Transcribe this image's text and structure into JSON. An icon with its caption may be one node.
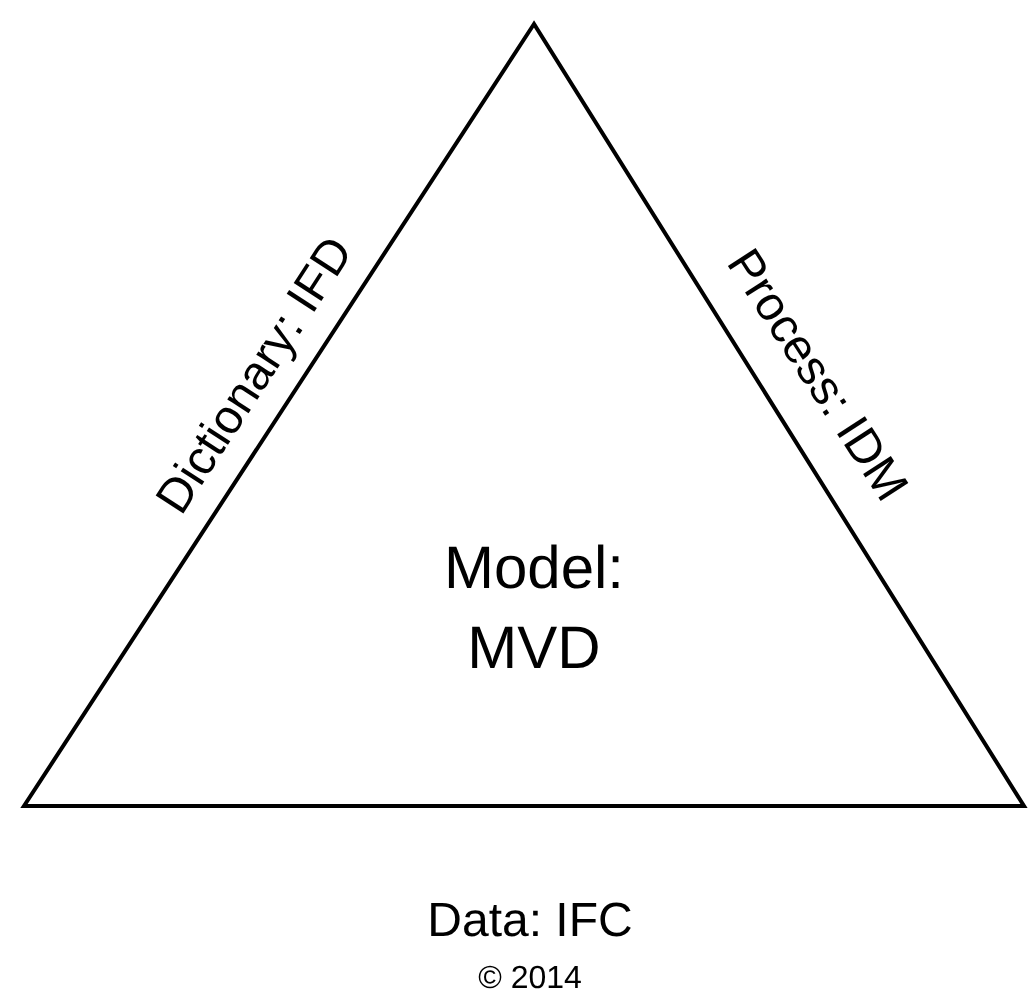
{
  "diagram": {
    "caption": "© 2014",
    "nodes": [
      {
        "text": [
          "Model: MVD"
        ]
      }
    ],
    "labels": [
      "Dictionary: IFD",
      "Process: IDM",
      "Data: IFC"
    ]
  }
}
